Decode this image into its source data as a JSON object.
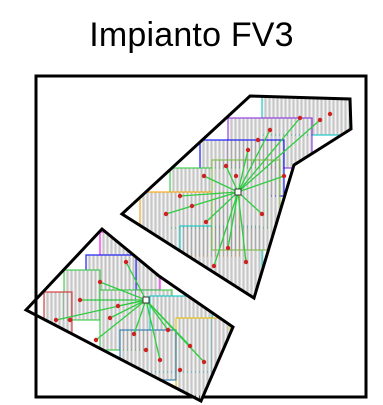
{
  "title": "Impianto FV3",
  "colors": {
    "frame": "#000000",
    "panel_stroke": "#8f8f8f",
    "panel_fill": "#f3f3f3",
    "inverter_marker": "#cc2222",
    "background": "#ffffff"
  },
  "string_group_colors": [
    "#00c8c8",
    "#2ecc40",
    "#8a2be2",
    "#0000ff",
    "#ffa500",
    "#ff00ff",
    "#d62728",
    "#7fbf3f",
    "#1f77b4",
    "#e5c100"
  ],
  "icons": [
    "inverter-marker",
    "cabling-route",
    "pv-string-rows"
  ]
}
